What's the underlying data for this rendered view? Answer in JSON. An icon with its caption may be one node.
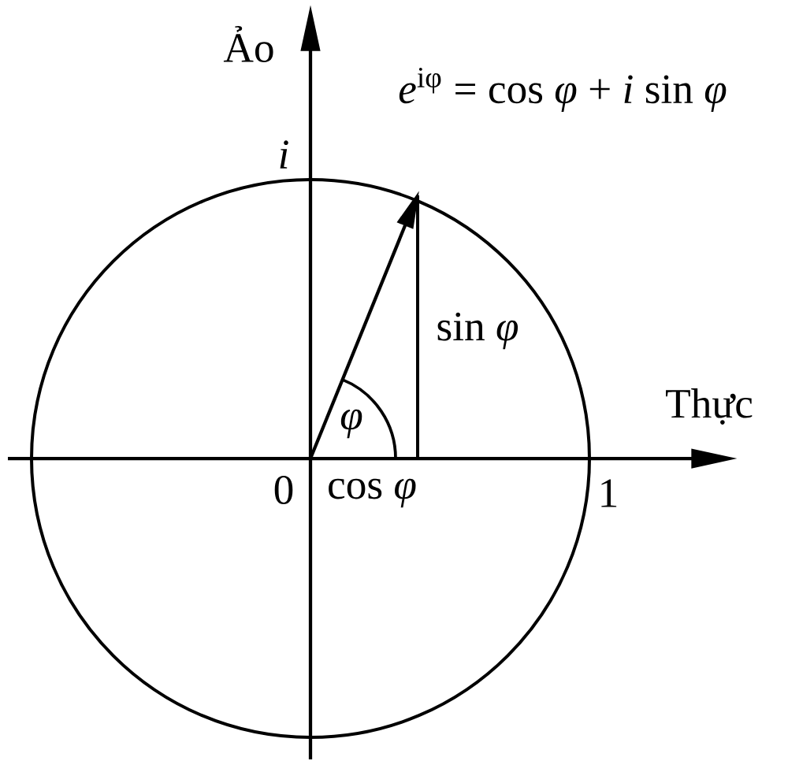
{
  "diagram": {
    "labels": [
      "Ảo",
      "i",
      "*e*$^{iφ}$ = cos *φ* + *i* sin *φ*",
      "sin *φ*",
      "φ",
      "Thực",
      "0",
      "cos *φ*",
      "1"
    ]
  }
}
